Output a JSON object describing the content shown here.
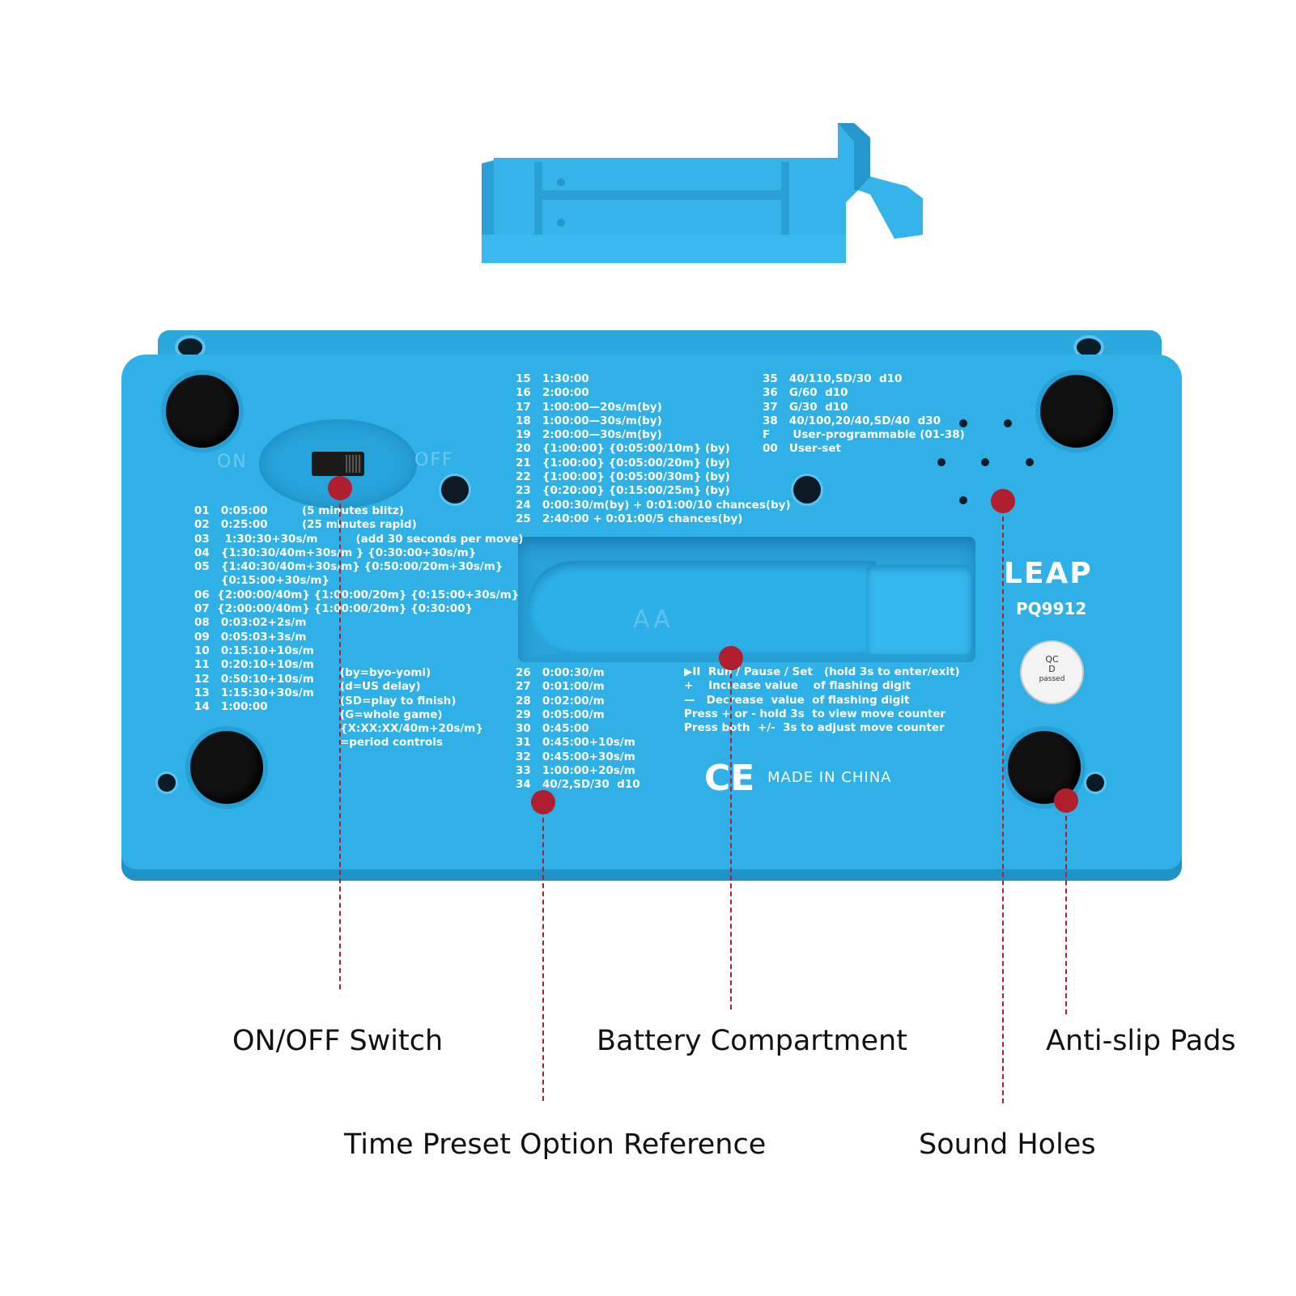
{
  "device": {
    "switch_on": "ON",
    "switch_off": "OFF",
    "battery_label": "AA",
    "brand": "LEAP",
    "model": "PQ9912",
    "qc_line1": "QC",
    "qc_line2": "D",
    "qc_line3": "passed",
    "ce_mark": "CE",
    "made_in": "MADE IN CHINA",
    "presets_left": [
      "01   0:05:00         (5 minutes blitz)",
      "02   0:25:00         (25 minutes rapid)",
      "03    1:30:30+30s/m          (add 30 seconds per move)",
      "04   {1:30:30/40m+30s/m } {0:30:00+30s/m}",
      "05   {1:40:30/40m+30s/m} {0:50:00/20m+30s/m}",
      "       {0:15:00+30s/m}",
      "06  {2:00:00/40m} {1:00:00/20m} {0:15:00+30s/m}",
      "07  {2:00:00/40m} {1:00:00/20m} {0:30:00}",
      "08   0:03:02+2s/m",
      "09   0:05:03+3s/m",
      "10   0:15:10+10s/m",
      "11   0:20:10+10s/m",
      "12   0:50:10+10s/m",
      "13   1:15:30+30s/m",
      "14   1:00:00"
    ],
    "legend": [
      "(by=byo-yomi)",
      "(d=US delay)",
      "(SD=play to finish)",
      "(G=whole game)",
      "{X:XX:XX/40m+20s/m}",
      "=period controls"
    ],
    "presets_middle_top": [
      "15   1:30:00",
      "16   2:00:00",
      "17   1:00:00—20s/m(by)",
      "18   1:00:00—30s/m(by)",
      "19   2:00:00—30s/m(by)",
      "20   {1:00:00} {0:05:00/10m} (by)",
      "21   {1:00:00} {0:05:00/20m} (by)",
      "22   {1:00:00} {0:05:00/30m} (by)",
      "23   {0:20:00} {0:15:00/25m} (by)",
      "24   0:00:30/m(by) + 0:01:00/10 chances(by)",
      "25   2:40:00 + 0:01:00/5 chances(by)"
    ],
    "presets_middle_bottom": [
      "26   0:00:30/m",
      "27   0:01:00/m",
      "28   0:02:00/m",
      "29   0:05:00/m",
      "30   0:45:00",
      "31   0:45:00+10s/m",
      "32   0:45:00+30s/m",
      "33   1:00:00+20s/m",
      "34   40/2,SD/30  d10"
    ],
    "presets_right": [
      "35   40/110,SD/30  d10",
      "36   G/60  d10",
      "37   G/30  d10",
      "38   40/100,20/40,SD/40  d30",
      "F      User-programmable (01-38)",
      "00   User-set"
    ],
    "instructions": [
      "▶II  Run / Pause / Set   (hold 3s to enter/exit)",
      "+    Increase value    of flashing digit",
      "—   Decrease  value  of flashing digit",
      "Press + or - hold 3s  to view move counter",
      "Press both  +/-  3s to adjust move counter"
    ]
  },
  "callouts": {
    "on_off": "ON/OFF Switch",
    "battery": "Battery Compartment",
    "pads": "Anti-slip Pads",
    "presets": "Time Preset Option Reference",
    "sound": "Sound Holes"
  },
  "colors": {
    "device_blue": "#2fb0e6",
    "callout_red": "#b01f2e"
  }
}
